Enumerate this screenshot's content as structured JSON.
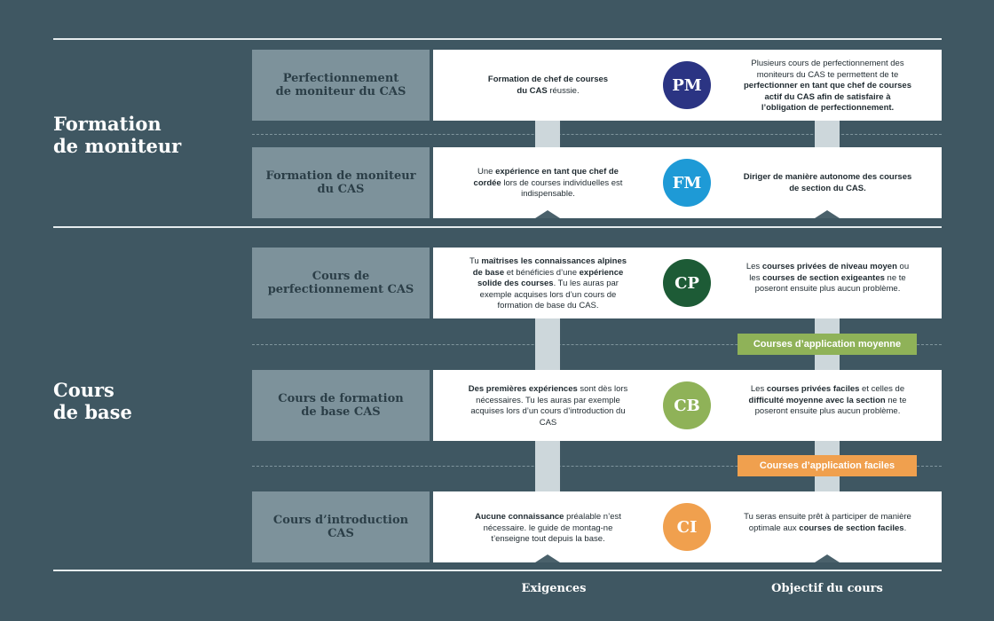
{
  "sections": {
    "moniteur": {
      "line1": "Formation",
      "line2": "de moniteur"
    },
    "base": {
      "line1": "Cours",
      "line2": "de base"
    }
  },
  "columns": {
    "requirements": "Exigences",
    "objective": "Objectif du cours"
  },
  "tags": {
    "moyenne": {
      "label": "Courses d’application moyenne",
      "color": "#8fb258"
    },
    "faciles": {
      "label": "Courses d’application faciles",
      "color": "#f0a04e"
    }
  },
  "courses": [
    {
      "abbr": "PM",
      "color": "#2b3483",
      "label1": "Perfectionnement",
      "label2": "de moniteur du CAS",
      "requirement_html": "<b>Formation de chef de courses<br>du CAS</b> réussie.",
      "objective_html": "Plusieurs cours de perfectionnement des moniteurs du CAS te permettent de te <b>perfectionner en tant que chef de courses actif du CAS afin de satisfaire à l’obligation de perfectionnement.</b>"
    },
    {
      "abbr": "FM",
      "color": "#1e9ad6",
      "label1": "Formation de moniteur",
      "label2": "du CAS",
      "requirement_html": "Une <b>expérience en tant que chef de cordée</b> lors de courses individuelles est indispensable.",
      "objective_html": "<b>Diriger de manière autonome des courses de section du CAS.</b>"
    },
    {
      "abbr": "CP",
      "color": "#1d5b36",
      "label1": "Cours de",
      "label2": "perfectionnement CAS",
      "requirement_html": "Tu <b>maîtrises les connaissances alpines de base</b> et bénéficies d’une <b>expérience solide des courses</b>. Tu les auras par exemple acquises lors d’un cours de formation de base du CAS.",
      "objective_html": "Les <b>courses privées de niveau moyen</b> ou les <b>courses de section exigeantes</b> ne te poseront ensuite plus aucun problème."
    },
    {
      "abbr": "CB",
      "color": "#8fb258",
      "label1": "Cours de formation",
      "label2": "de base CAS",
      "requirement_html": "<b>Des premières expériences</b> sont dès lors nécessaires. Tu les auras par exemple acquises lors d’un cours d’introduction du CAS",
      "objective_html": "Les <b>courses privées faciles</b> et celles de <b>difficulté moyenne avec la section</b> ne te poseront ensuite plus aucun problème."
    },
    {
      "abbr": "CI",
      "color": "#f0a04e",
      "label1": "Cours d’introduction",
      "label2": "CAS",
      "requirement_html": "<b>Aucune connaissance</b> préalable n’est nécessaire. le guide de montag-ne t’enseigne tout depuis la base.",
      "objective_html": "Tu seras ensuite prêt à participer de manière optimale aux <b>courses de section faciles</b>."
    }
  ]
}
